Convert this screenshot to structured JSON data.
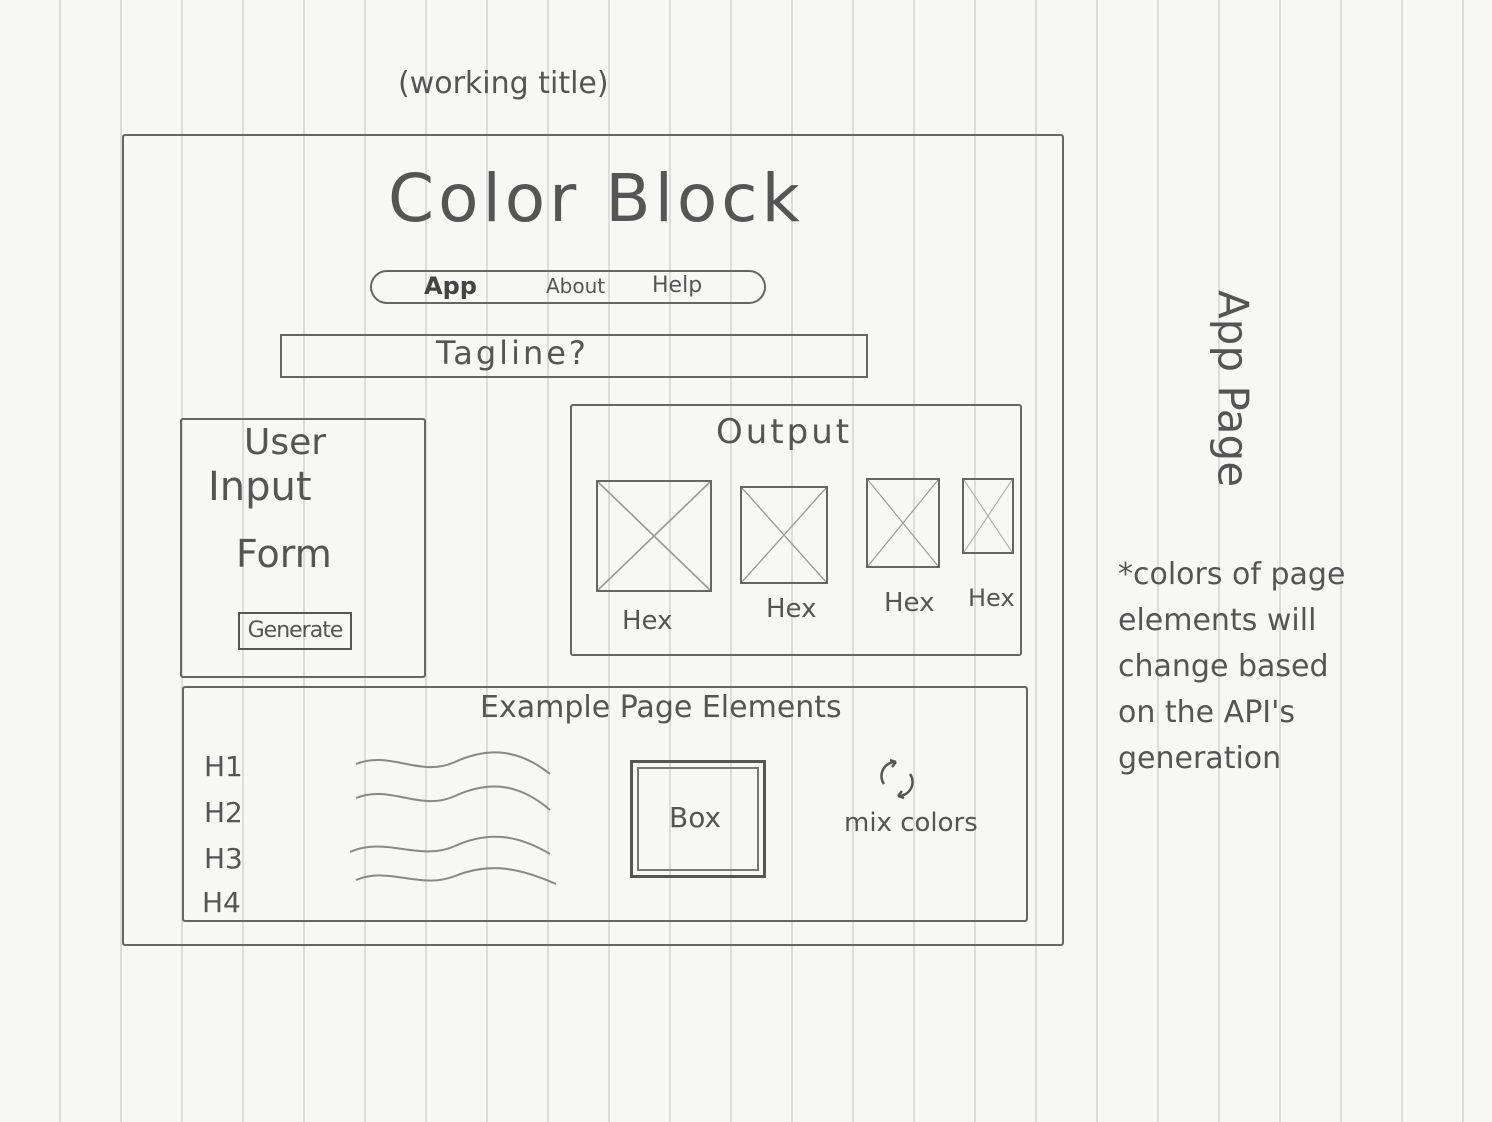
{
  "annotation_top": "(working title)",
  "app_title": "Color Block",
  "nav": {
    "items": [
      "App",
      "About",
      "Help"
    ]
  },
  "tagline": "Tagline?",
  "input_panel": {
    "title_line1": "User",
    "title_line2": "Input",
    "title_line3": "Form",
    "button_label": "Generate"
  },
  "output_panel": {
    "title": "Output",
    "swatches": [
      "Hex",
      "Hex",
      "Hex",
      "Hex"
    ]
  },
  "examples_panel": {
    "title": "Example Page Elements",
    "headings": [
      "H1",
      "H2",
      "H3",
      "H4"
    ],
    "box_label": "Box",
    "mix_label": "mix colors"
  },
  "side_label": "App Page",
  "side_note": {
    "lines": [
      "*colors of page",
      "elements will",
      "change based",
      "on the API's",
      "generation"
    ]
  }
}
